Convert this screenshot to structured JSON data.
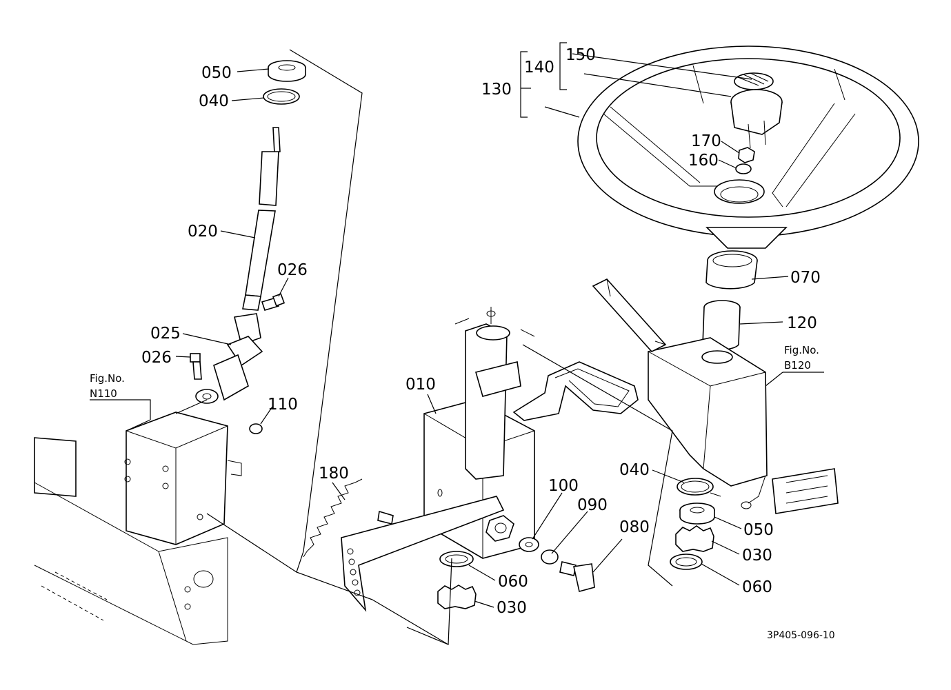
{
  "labels": {
    "p050_top": "050",
    "p040_top": "040",
    "p020": "020",
    "p026_upper": "026",
    "p025": "025",
    "p026_lower": "026",
    "p110": "110",
    "p180": "180",
    "p010": "010",
    "p100": "100",
    "p090": "090",
    "p080": "080",
    "p060_mid": "060",
    "p030_mid": "030",
    "p130": "130",
    "p140": "140",
    "p150": "150",
    "p170": "170",
    "p160": "160",
    "p070": "070",
    "p120": "120",
    "p040_right": "040",
    "p050_right": "050",
    "p030_right": "030",
    "p060_right": "060"
  },
  "figure_refs": {
    "n110_title": "Fig.No.",
    "n110_code": "N110",
    "b120_title": "Fig.No.",
    "b120_code": "B120"
  },
  "drawing_code": "3P405-096-10"
}
